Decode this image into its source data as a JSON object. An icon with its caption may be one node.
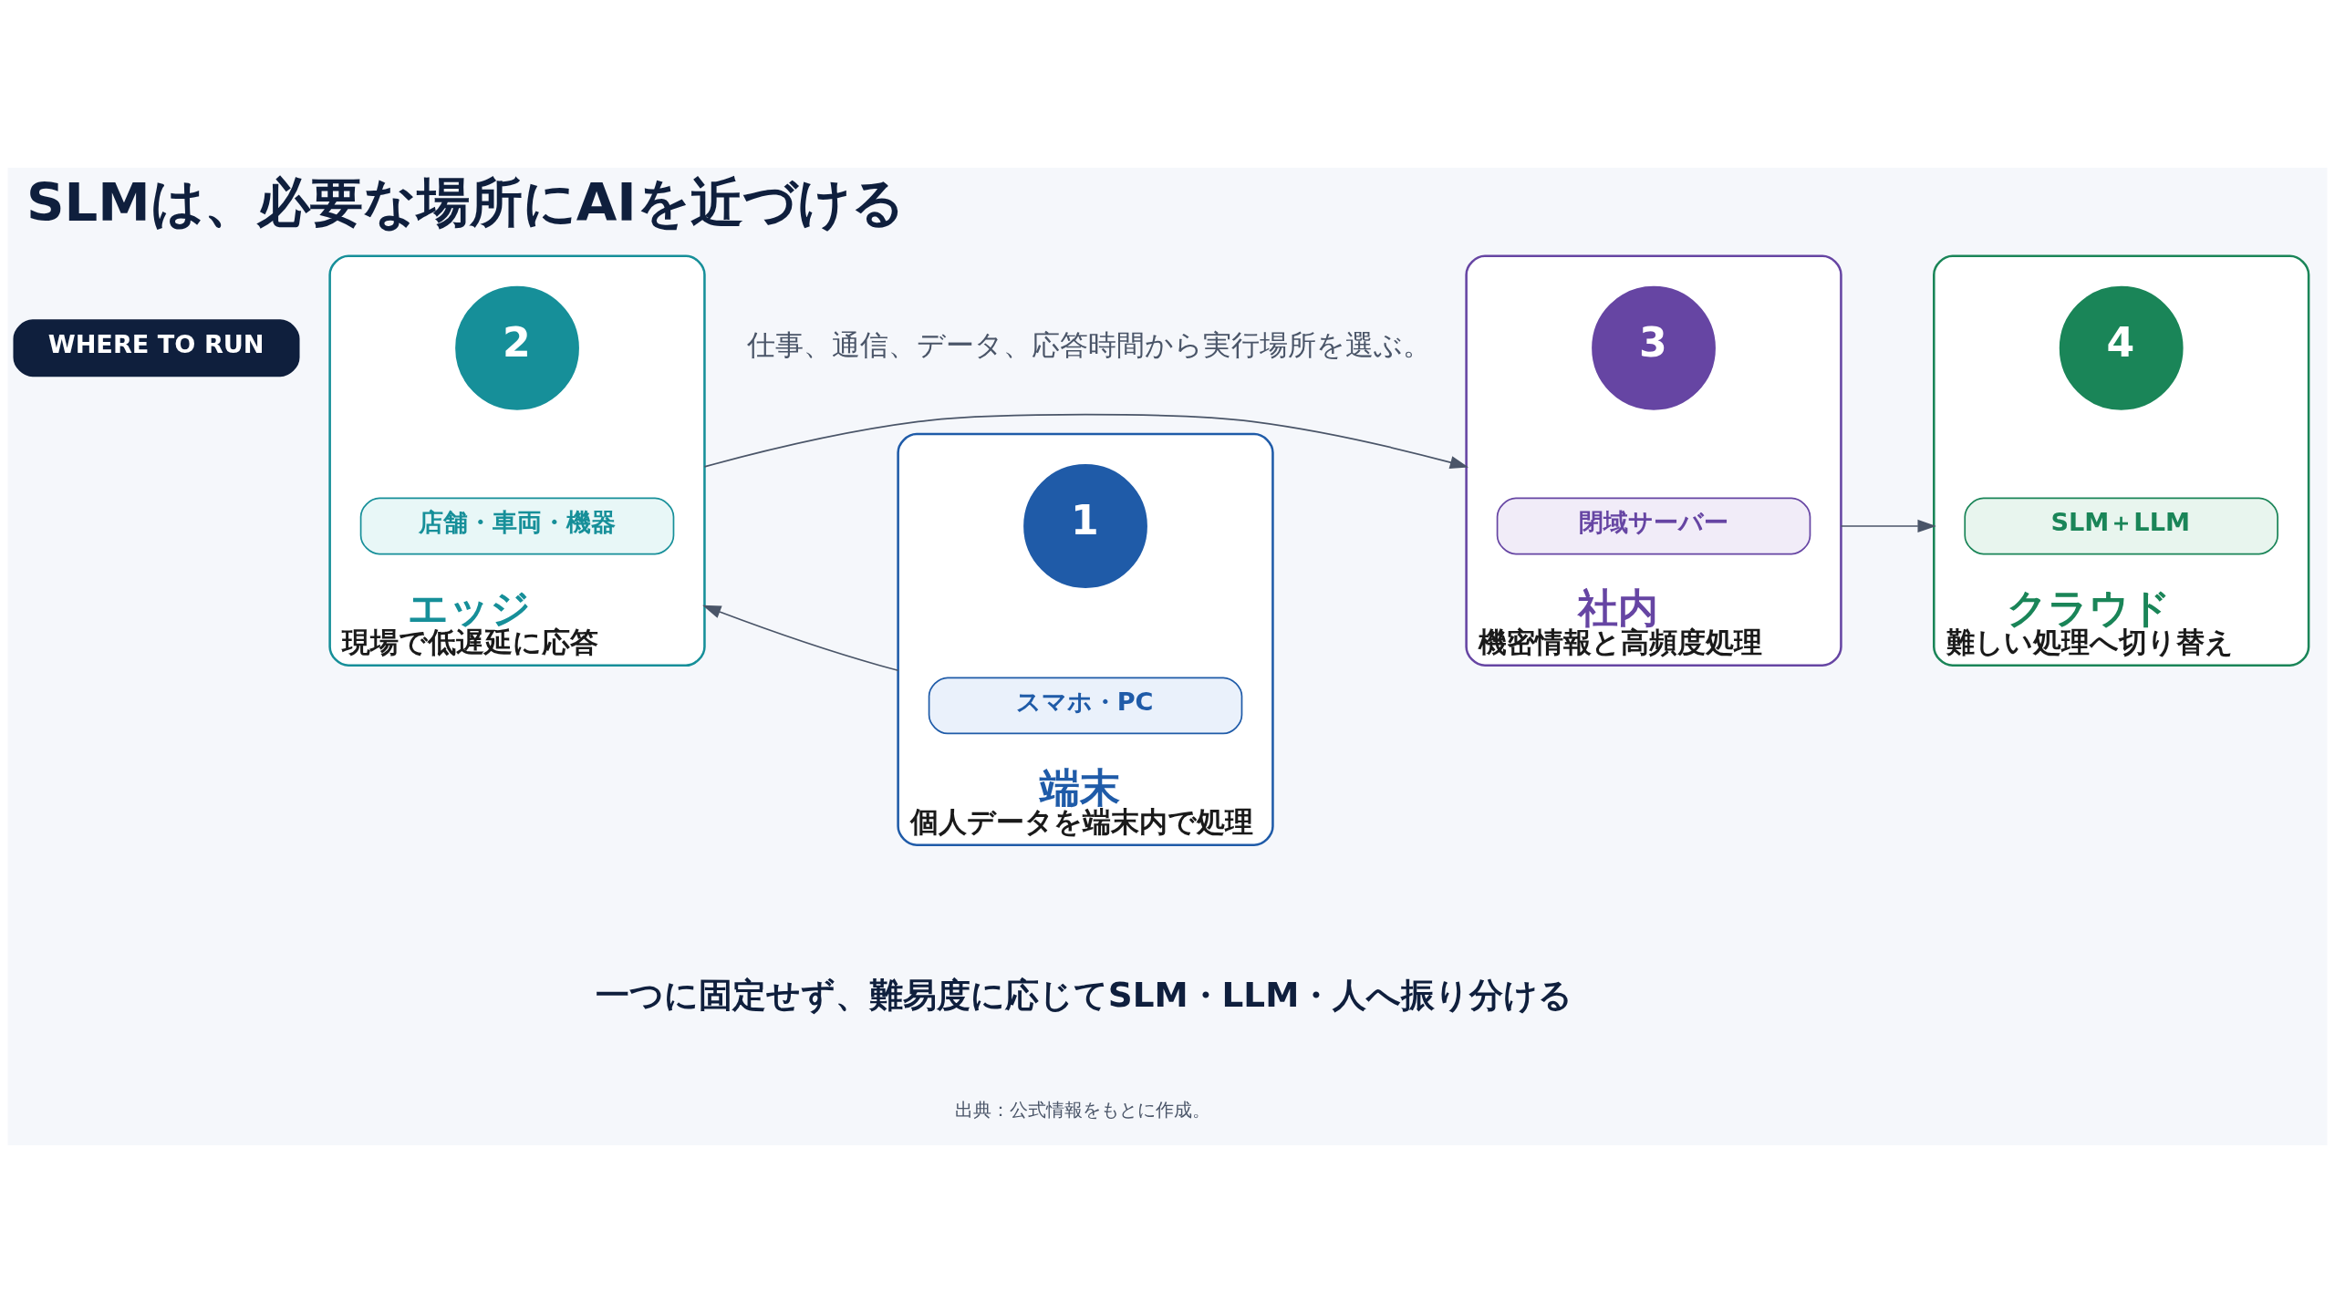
{
  "diagram": {
    "title": "SLMは、必要な場所にAIを近づける",
    "nodes": [
      {
        "text": [
          "WHERE TO RUN"
        ]
      },
      {
        "text": [
          "端末",
          "個人データを端末内で処理"
        ]
      },
      {
        "text": [
          "1"
        ],
        "in": 1
      },
      {
        "text": [
          "スマホ・PC"
        ],
        "in": 1
      },
      {
        "text": [
          "エッジ",
          "現場で低遅延に応答"
        ]
      },
      {
        "text": [
          "2"
        ],
        "in": 4
      },
      {
        "text": [
          "店舗・車両・機器"
        ],
        "in": 4
      },
      {
        "text": [
          "社内",
          "機密情報と高頻度処理"
        ]
      },
      {
        "text": [
          "3"
        ],
        "in": 7
      },
      {
        "text": [
          "閉域サーバー"
        ],
        "in": 7
      },
      {
        "text": [
          "クラウド",
          "難しい処理へ切り替え"
        ]
      },
      {
        "text": [
          "4"
        ],
        "in": 10
      },
      {
        "text": [
          "SLM＋LLM"
        ],
        "in": 10
      }
    ],
    "edges": [
      {
        "from": 1,
        "to": 4,
        "arrow": "to"
      },
      {
        "from": 4,
        "to": 7,
        "arrow": "to"
      },
      {
        "from": 7,
        "to": 10,
        "arrow": "to"
      }
    ],
    "labels": [
      "仕事、通信、データ、応答時間から実行場所を選ぶ。",
      "一つに固定せず、難易度に応じてSLM・LLM・人へ振り分ける",
      "出典：公式情報をもとに作成。"
    ]
  }
}
